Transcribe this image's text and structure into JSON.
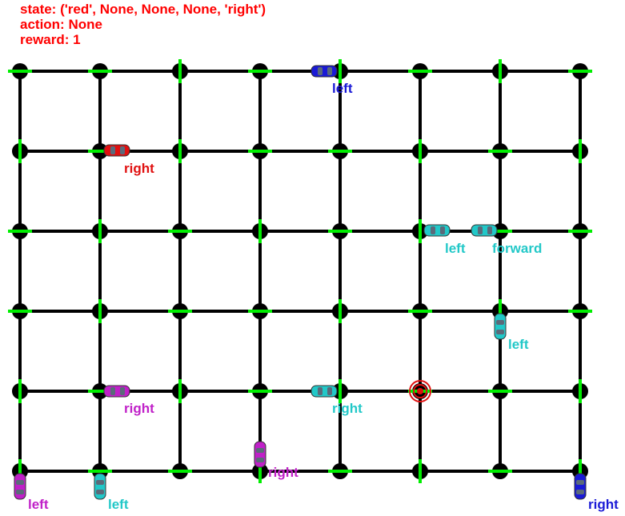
{
  "hud": {
    "state": "state: ('red', None, None, None, 'right')",
    "action": "action: None",
    "reward": "reward: 1"
  },
  "colors": {
    "road": "#000000",
    "signal_green": "#00ee00",
    "hud": "#ff0000",
    "red": "#e01010",
    "blue": "#1a1ad6",
    "cyan": "#22c8c8",
    "magenta": "#c020c8",
    "target": "#e01010"
  },
  "grid": {
    "columns": 8,
    "rows": 6
  },
  "target": {
    "col": 5,
    "row": 4
  },
  "cars": [
    {
      "id": "blue-top",
      "color": "blue",
      "orientation": "h",
      "label": "left"
    },
    {
      "id": "red-agent",
      "color": "red",
      "orientation": "h",
      "label": "right"
    },
    {
      "id": "cyan-1",
      "color": "cyan",
      "orientation": "h",
      "label": "left"
    },
    {
      "id": "cyan-2",
      "color": "cyan",
      "orientation": "h",
      "label": "forward"
    },
    {
      "id": "cyan-3",
      "color": "cyan",
      "orientation": "v",
      "label": "left"
    },
    {
      "id": "magenta-1",
      "color": "magenta",
      "orientation": "h",
      "label": "right"
    },
    {
      "id": "cyan-4",
      "color": "cyan",
      "orientation": "h",
      "label": "right"
    },
    {
      "id": "magenta-2",
      "color": "magenta",
      "orientation": "v",
      "label": "right"
    },
    {
      "id": "magenta-3",
      "color": "magenta",
      "orientation": "v",
      "label": "left"
    },
    {
      "id": "cyan-5",
      "color": "cyan",
      "orientation": "v",
      "label": "left"
    },
    {
      "id": "blue-bottom",
      "color": "blue",
      "orientation": "v",
      "label": "right"
    }
  ]
}
